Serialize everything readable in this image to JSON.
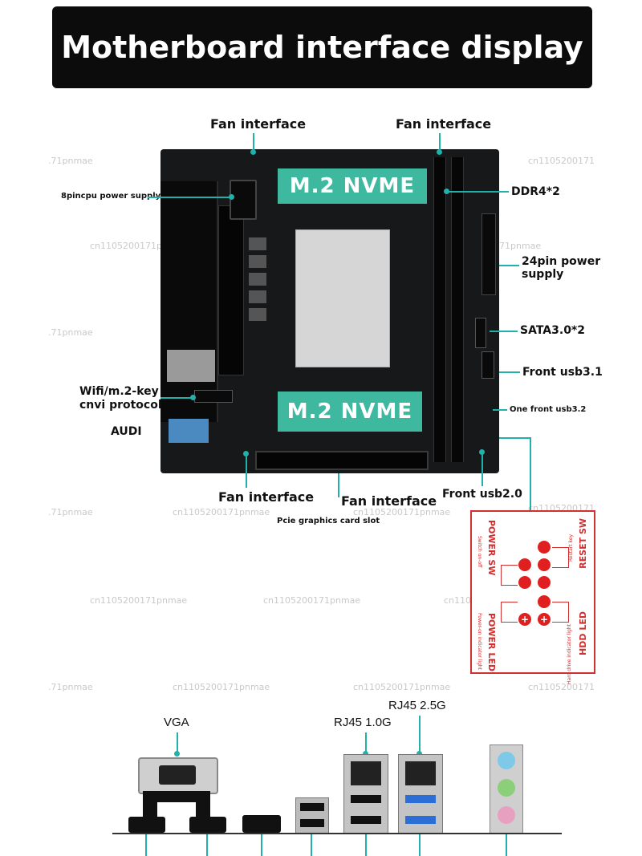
{
  "header": {
    "title": "Motherboard interface display"
  },
  "labels": {
    "fan_top_left": "Fan interface",
    "fan_top_right": "Fan interface",
    "cpu_power": "8pincpu power supply",
    "ddr4": "DDR4*2",
    "pin24_line1": "24pin power",
    "pin24_line2": "supply",
    "sata": "SATA3.0*2",
    "front_usb31": "Front usb3.1",
    "wifi_line1": "Wifi/m.2-key",
    "wifi_line2": "cnvi protocol",
    "audio": "AUDI",
    "front_usb32": "One front usb3.2",
    "fan_bottom_left": "Fan interface",
    "fan_bottom_mid": "Fan interface",
    "front_usb20": "Front usb2.0",
    "pcie": "Pcie graphics card slot"
  },
  "board": {
    "nvme_top": "M.2 NVME",
    "nvme_bottom": "M.2 NVME"
  },
  "front_panel": {
    "power_sw": "POWER SW",
    "power_sw_sub": "Switch on-off",
    "reset_sw": "RESET SW",
    "reset_sw_sub": "Restart key",
    "hdd_led": "HDD LED",
    "hdd_led_sub": "Hard drive indicator light",
    "power_led": "POWER LED",
    "power_led_sub": "Power-on indicator light",
    "plus": "+"
  },
  "io": {
    "vga": "VGA",
    "rj45_1g": "RJ45 1.0G",
    "rj45_25g": "RJ45 2.5G"
  },
  "watermarks": {
    "w1": ".71pnmae",
    "w2": "cn1105200171pnmae",
    "w3": "cn1105200171"
  },
  "colors": {
    "accent": "#20b2aa",
    "nvme": "#3fb8a0",
    "front_panel": "#d03030"
  }
}
